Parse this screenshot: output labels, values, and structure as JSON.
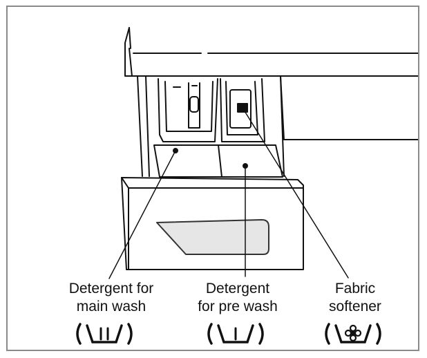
{
  "labels": {
    "main_wash": {
      "line1": "Detergent for",
      "line2": "main wash"
    },
    "pre_wash": {
      "line1": "Detergent",
      "line2": "for pre wash"
    },
    "softener": {
      "line1": "Fabric",
      "line2": "softener"
    }
  },
  "symbols": {
    "main_wash": "main-wash-tub-icon",
    "pre_wash": "pre-wash-tub-icon",
    "softener": "softener-flower-icon"
  },
  "colors": {
    "line": "#111111",
    "frame": "#8a8a8a",
    "shade": "#e6e6e6"
  }
}
